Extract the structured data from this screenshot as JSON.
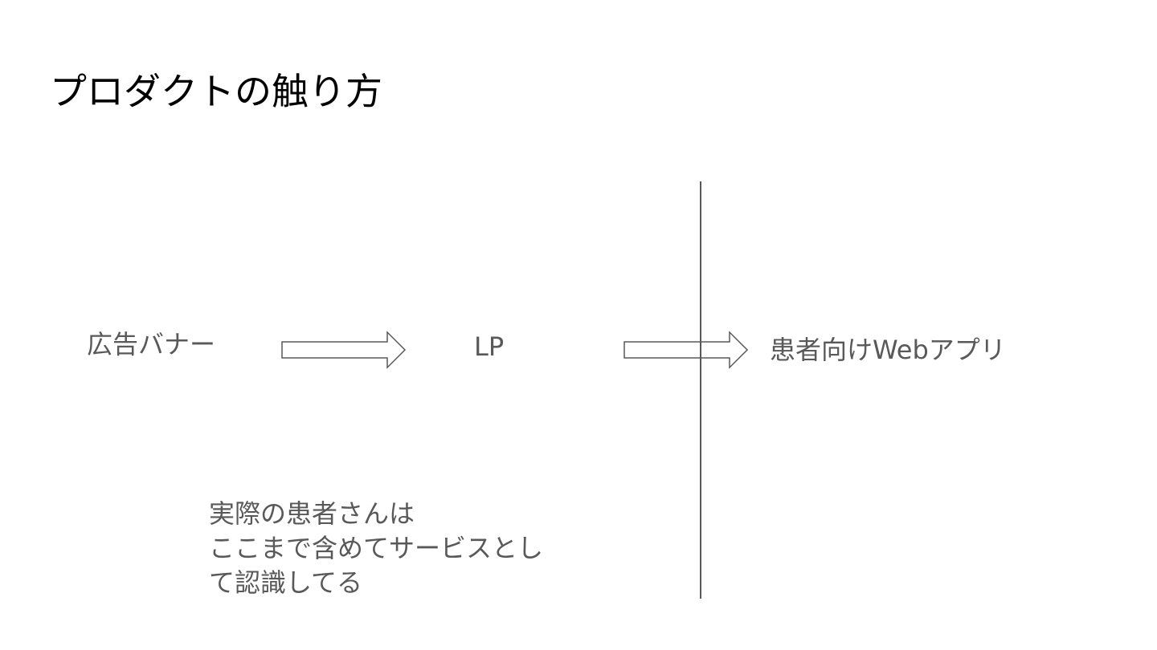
{
  "slide": {
    "title": "プロダクトの触り方",
    "flow": {
      "step_1": "広告バナー",
      "step_2": "LP",
      "step_3": "患者向けWebアプリ"
    },
    "note": {
      "lines": [
        "実際の患者さんは",
        "ここまで含めてサービスとし",
        "て認識してる"
      ]
    },
    "colors": {
      "title_text": "#000000",
      "body_text": "#595959",
      "arrow_stroke": "#595959",
      "divider": "#595959"
    }
  }
}
